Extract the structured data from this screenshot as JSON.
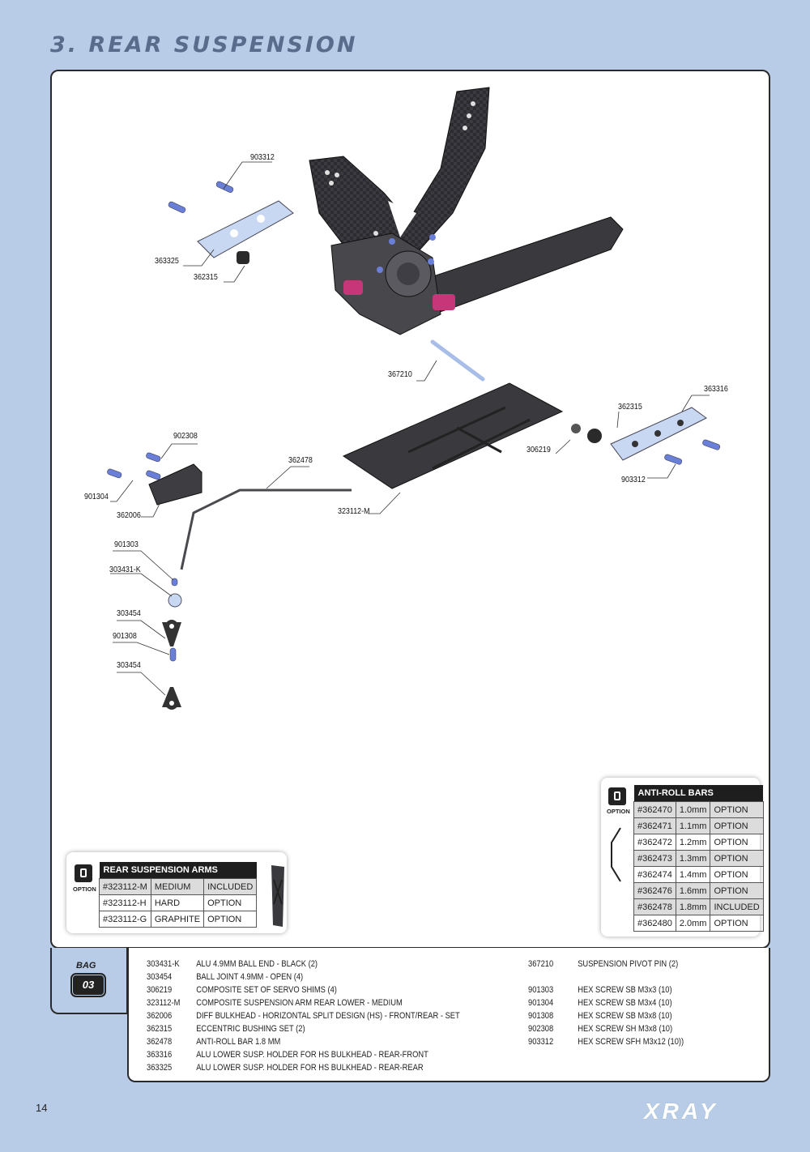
{
  "page": {
    "title": "3. REAR SUSPENSION",
    "page_number": "14",
    "logo": "XRAY"
  },
  "diagram_labels": [
    "903312",
    "363325",
    "362315",
    "367210",
    "363316",
    "362315",
    "306219",
    "903312",
    "902308",
    "362478",
    "901304",
    "362006",
    "323112-M",
    "901303",
    "303431-K",
    "303454",
    "901308",
    "303454"
  ],
  "rear_arms_box": {
    "option_word": "OPTION",
    "header": "REAR SUSPENSION ARMS",
    "rows": [
      [
        "#323112-M",
        "MEDIUM",
        "INCLUDED"
      ],
      [
        "#323112-H",
        "HARD",
        "OPTION"
      ],
      [
        "#323112-G",
        "GRAPHITE",
        "OPTION"
      ]
    ]
  },
  "anti_roll_box": {
    "option_word": "OPTION",
    "header": "ANTI-ROLL BARS",
    "rows": [
      [
        "#362470",
        "1.0mm",
        "OPTION"
      ],
      [
        "#362471",
        "1.1mm",
        "OPTION"
      ],
      [
        "#362472",
        "1.2mm",
        "OPTION"
      ],
      [
        "#362473",
        "1.3mm",
        "OPTION"
      ],
      [
        "#362474",
        "1.4mm",
        "OPTION"
      ],
      [
        "#362476",
        "1.6mm",
        "OPTION"
      ],
      [
        "#362478",
        "1.8mm",
        "INCLUDED"
      ],
      [
        "#362480",
        "2.0mm",
        "OPTION"
      ]
    ]
  },
  "bag": {
    "label": "BAG",
    "number": "03"
  },
  "parts_left": [
    [
      "303431-K",
      "ALU 4.9MM BALL END - BLACK (2)"
    ],
    [
      "303454",
      "BALL JOINT 4.9MM - OPEN (4)"
    ],
    [
      "306219",
      "COMPOSITE SET OF SERVO SHIMS (4)"
    ],
    [
      "323112-M",
      "COMPOSITE SUSPENSION ARM REAR LOWER - MEDIUM"
    ],
    [
      "362006",
      "DIFF BULKHEAD - HORIZONTAL SPLIT DESIGN (HS) - FRONT/REAR - SET"
    ],
    [
      "362315",
      "ECCENTRIC BUSHING SET (2)"
    ],
    [
      "362478",
      "ANTI-ROLL BAR 1.8 MM"
    ],
    [
      "363316",
      "ALU LOWER SUSP. HOLDER FOR HS BULKHEAD - REAR-FRONT"
    ],
    [
      "363325",
      "ALU LOWER SUSP. HOLDER FOR HS BULKHEAD - REAR-REAR"
    ]
  ],
  "parts_right": [
    [
      "367210",
      "SUSPENSION PIVOT PIN (2)"
    ],
    [
      "901303",
      "HEX SCREW  SB M3x3  (10)"
    ],
    [
      "901304",
      "HEX SCREW  SB M3x4  (10)"
    ],
    [
      "901308",
      "HEX SCREW  SB M3x8  (10)"
    ],
    [
      "902308",
      "HEX SCREW  SH M3x8  (10)"
    ],
    [
      "903312",
      "HEX SCREW  SFH M3x12  (10))"
    ]
  ],
  "colors": {
    "background": "#b8cce8",
    "screw_blue": "#6a7fd8",
    "accent_pink": "#c8367a",
    "title": "#5a6c8c"
  }
}
